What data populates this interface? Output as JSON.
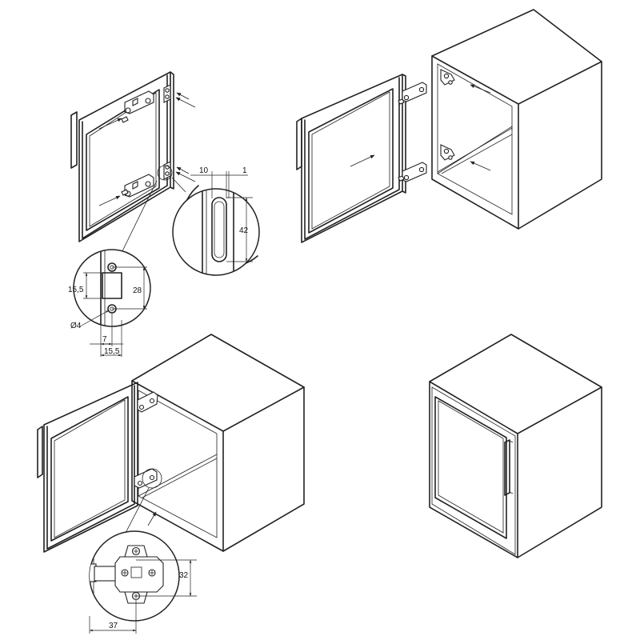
{
  "dimensions": {
    "hinge_gap": "10",
    "hinge_offset": "1",
    "hinge_slot_length": "42",
    "pilot_spacing_height": "28",
    "pilot_center_height": "15,5",
    "pilot_diameter": "Ø4",
    "pilot_edge_distance": "7",
    "pilot_center_width": "15,5",
    "plate_height": "32",
    "plate_depth": "37"
  }
}
